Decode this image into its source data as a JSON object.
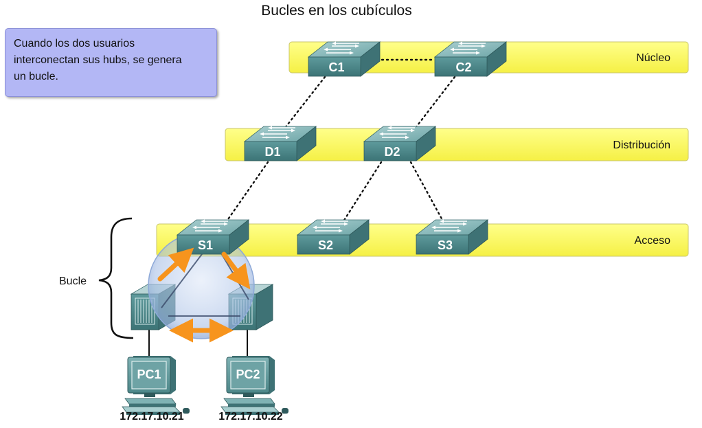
{
  "title": "Bucles en los cubículos",
  "note": {
    "line1": "Cuando los dos usuarios",
    "line2": "interconectan sus hubs, se genera",
    "line3": "un bucle."
  },
  "layers": {
    "core": "Núcleo",
    "distribution": "Distribución",
    "access": "Acceso"
  },
  "devices": {
    "c1": "C1",
    "c2": "C2",
    "d1": "D1",
    "d2": "D2",
    "s1": "S1",
    "s2": "S2",
    "s3": "S3"
  },
  "pcs": {
    "pc1": {
      "name": "PC1",
      "ip": "172.17.10.21"
    },
    "pc2": {
      "name": "PC2",
      "ip": "172.17.10.22"
    }
  },
  "loop_label": "Bucle",
  "colors": {
    "layer_band": "#ffff66",
    "switch": "#4f8d90",
    "arrow": "#f7941d",
    "note_bg": "#b3b7f5"
  }
}
